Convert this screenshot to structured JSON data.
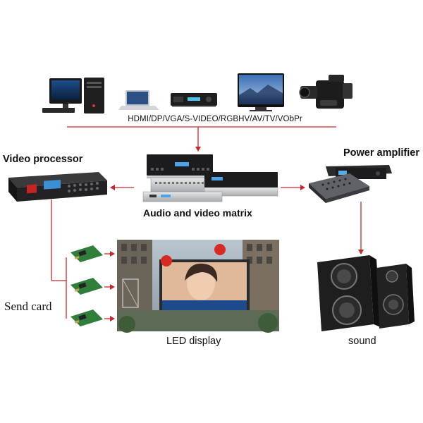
{
  "labels": {
    "sources": "HDMI/DP/VGA/S-VIDEO/RGBHV/AV/TV/VObPr",
    "video_processor": "Video processor",
    "power_amplifier": "Power amplifier",
    "av_matrix": "Audio and video matrix",
    "send_card": "Send card",
    "led_display": "LED display",
    "sound": "sound"
  },
  "colors": {
    "arrow": "#c8282d",
    "device_dark": "#1c1c1e",
    "device_silver": "#c9cbce"
  },
  "icons": [
    "desktop-computer-icon",
    "laptop-icon",
    "media-player-icon",
    "tv-icon",
    "camcorder-icon",
    "video-processor-icon",
    "av-matrix-icon",
    "power-amplifier-icon",
    "send-card-icon",
    "led-display-icon",
    "speaker-icon"
  ]
}
